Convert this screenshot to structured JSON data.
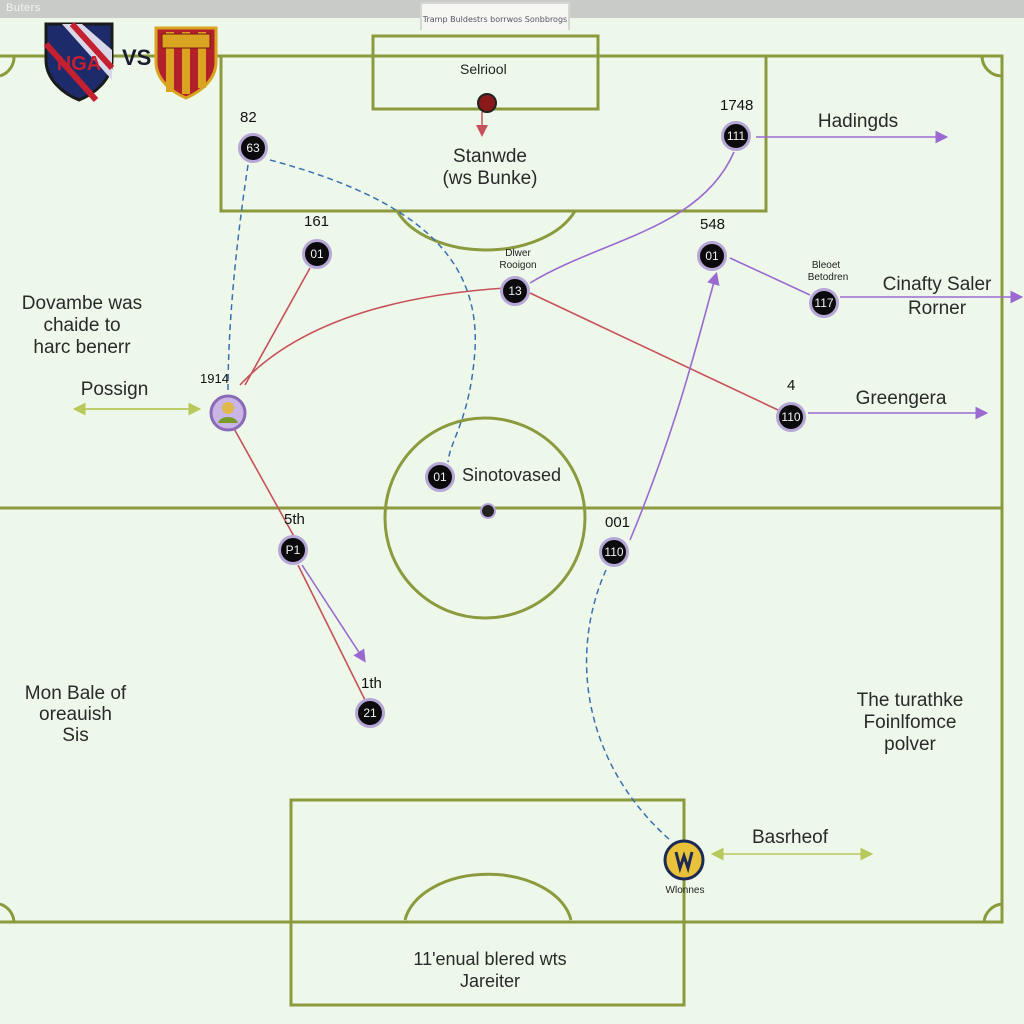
{
  "window": {
    "title": "Buters",
    "header_tab": "Tramp Buldestrs borrwos Sonbbrogs"
  },
  "match": {
    "vs_label": "VS"
  },
  "pitch": {
    "goal_label": "Selriool",
    "box_note_line1": "Stanwde",
    "box_note_line2": "(ws Bunke)",
    "center_note": "Sinotovased",
    "bottom_box_line1": "11'enual blered wts",
    "bottom_box_line2": "Jareiter"
  },
  "player_numbers": {
    "p_82": "82",
    "p_161": "161",
    "p_1748": "1748",
    "p_548": "548",
    "p_1914": "1914",
    "p_4": "4",
    "p_5th": "5th",
    "p_001": "001",
    "p_1th": "1th"
  },
  "small_labels": {
    "center_mid_line1": "Dlwer",
    "center_mid_line2": "Rooigon",
    "right_mid_line1": "Bleoet",
    "right_mid_line2": "Betodren",
    "bottom_player": "Wlonnes"
  },
  "players": [
    {
      "id": "p1",
      "label": "63"
    },
    {
      "id": "p2",
      "label": "01"
    },
    {
      "id": "p3",
      "label": "13"
    },
    {
      "id": "p4",
      "label": "111"
    },
    {
      "id": "p5",
      "label": "01"
    },
    {
      "id": "p6",
      "label": "117"
    },
    {
      "id": "p7",
      "label": "110"
    },
    {
      "id": "p8",
      "label": "01"
    },
    {
      "id": "p9",
      "label": "P1"
    },
    {
      "id": "p10",
      "label": "110"
    },
    {
      "id": "p11",
      "label": "21"
    }
  ],
  "annotations": {
    "left_top": [
      "Dovambe was",
      "chaide to",
      "harc benerr"
    ],
    "left_mid": "Possign",
    "left_bottom": [
      "Mon Bale of",
      "oreauish",
      "Sis"
    ],
    "right_top": "Hadingds",
    "right_mid_a": [
      "Cinafty Saler",
      "Rorner"
    ],
    "right_mid_b": "Greengera",
    "right_bottom": [
      "The turathke",
      "Foinlfomce",
      "polver"
    ],
    "bottom_right": "Basrheof"
  },
  "colors": {
    "pitch_bg": "#edf8ea",
    "pitch_line": "#8c9a3e",
    "run_red": "#c8505a",
    "run_purple": "#9a6ad0",
    "run_blue_dashed": "#3a6fb0",
    "player_fill": "#0b0b0d",
    "player_ring": "#b7a7d6"
  },
  "icons": [
    "home-crest-icon",
    "away-crest-icon",
    "referee-icon",
    "coach-icon"
  ]
}
